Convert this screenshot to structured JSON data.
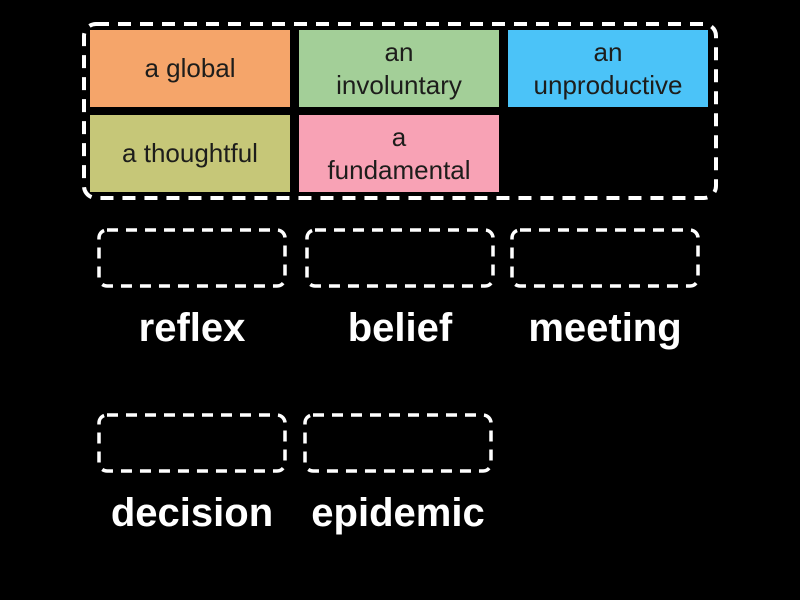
{
  "activity": {
    "tray": {
      "tiles": [
        {
          "label": "a global",
          "color": "#f5a56a"
        },
        {
          "label": "an\ninvoluntary",
          "color": "#a3cf98"
        },
        {
          "label": "an\nunproductive",
          "color": "#4bc3f8"
        },
        {
          "label": "a thoughtful",
          "color": "#c6c778"
        },
        {
          "label": "a\nfundamental",
          "color": "#f8a2b5"
        }
      ]
    },
    "targets": {
      "row1": [
        {
          "label": "reflex"
        },
        {
          "label": "belief"
        },
        {
          "label": "meeting"
        }
      ],
      "row2": [
        {
          "label": "decision"
        },
        {
          "label": "epidemic"
        }
      ]
    },
    "colors": {
      "background": "#000000",
      "tile_text": "#1d1d1b",
      "label_text": "#ffffff",
      "dashed_border": "#ffffff"
    }
  }
}
